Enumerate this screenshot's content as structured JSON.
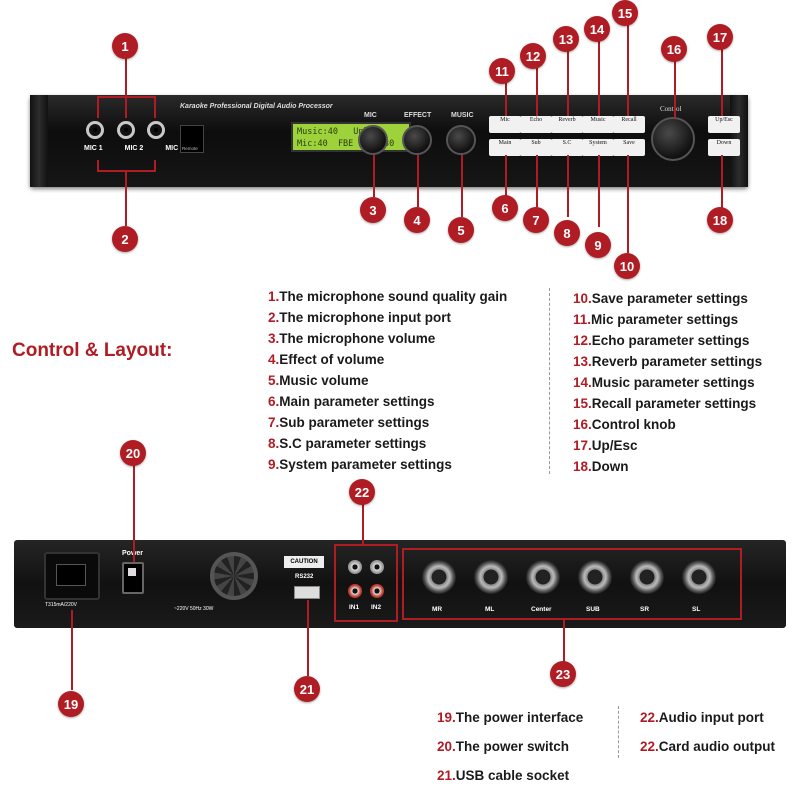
{
  "front_panel": {
    "brand_text": "Karaoke Professional Digital Audio Processor",
    "remote_label": "Remote",
    "lcd_line1": "Music:40   Unlock",
    "lcd_line2": "Mic:40  FBE  EFF:30",
    "jack_labels": [
      "MIC 1",
      "MIC 2",
      "MIC 3"
    ],
    "knob_labels": [
      "MIC",
      "EFFECT",
      "MUSIC"
    ],
    "top_buttons": [
      "Mic",
      "Echo",
      "Reverb",
      "Music",
      "Recall"
    ],
    "bottom_buttons": [
      "Main",
      "Sub",
      "S.C",
      "System",
      "Save"
    ],
    "control_label": "Control",
    "nav_buttons": [
      "Up/Esc",
      "Down"
    ]
  },
  "badges": [
    "1",
    "2",
    "3",
    "4",
    "5",
    "6",
    "7",
    "8",
    "9",
    "10",
    "11",
    "12",
    "13",
    "14",
    "15",
    "16",
    "17",
    "18",
    "19",
    "20",
    "21",
    "22",
    "23"
  ],
  "section_title": "Control & Layout:",
  "list_left": [
    {
      "num": "1.",
      "text": "The microphone sound quality gain"
    },
    {
      "num": "2.",
      "text": "The microphone input port"
    },
    {
      "num": "3.",
      "text": "The microphone volume"
    },
    {
      "num": "4.",
      "text": "Effect of volume"
    },
    {
      "num": "5.",
      "text": "Music volume"
    },
    {
      "num": "6.",
      "text": "Main parameter settings"
    },
    {
      "num": "7.",
      "text": "Sub parameter settings"
    },
    {
      "num": "8.",
      "text": "S.C parameter settings"
    },
    {
      "num": "9.",
      "text": "System parameter settings"
    }
  ],
  "list_right": [
    {
      "num": "10.",
      "text": "Save parameter settings"
    },
    {
      "num": "11.",
      "text": "Mic parameter settings"
    },
    {
      "num": "12.",
      "text": "Echo parameter settings"
    },
    {
      "num": "13.",
      "text": "Reverb parameter settings"
    },
    {
      "num": "14.",
      "text": "Music parameter settings"
    },
    {
      "num": "15.",
      "text": "Recall parameter settings"
    },
    {
      "num": "16.",
      "text": "Control knob"
    },
    {
      "num": "17.",
      "text": "Up/Esc"
    },
    {
      "num": "18.",
      "text": "Down"
    }
  ],
  "back_panel": {
    "power_label": "Power",
    "fuse_label": "T315mA/220V",
    "voltage_label": "~220V 50Hz 30W",
    "caution_label": "CAUTION",
    "rs232_label": "RS232",
    "input_labels": [
      "IN1",
      "IN2"
    ],
    "output_labels": [
      "MR",
      "ML",
      "Center",
      "SUB",
      "SR",
      "SL"
    ]
  },
  "bottom_list_left": [
    {
      "num": "19.",
      "text": "The power interface"
    },
    {
      "num": "20.",
      "text": "The power switch"
    },
    {
      "num": "21.",
      "text": "USB cable socket"
    }
  ],
  "bottom_list_right": [
    {
      "num": "22.",
      "text": "Audio input port"
    },
    {
      "num": "22.",
      "text": "Card audio output"
    }
  ],
  "colors": {
    "accent": "#b01c24",
    "panel": "#161616",
    "lcd": "#9ed23a"
  }
}
